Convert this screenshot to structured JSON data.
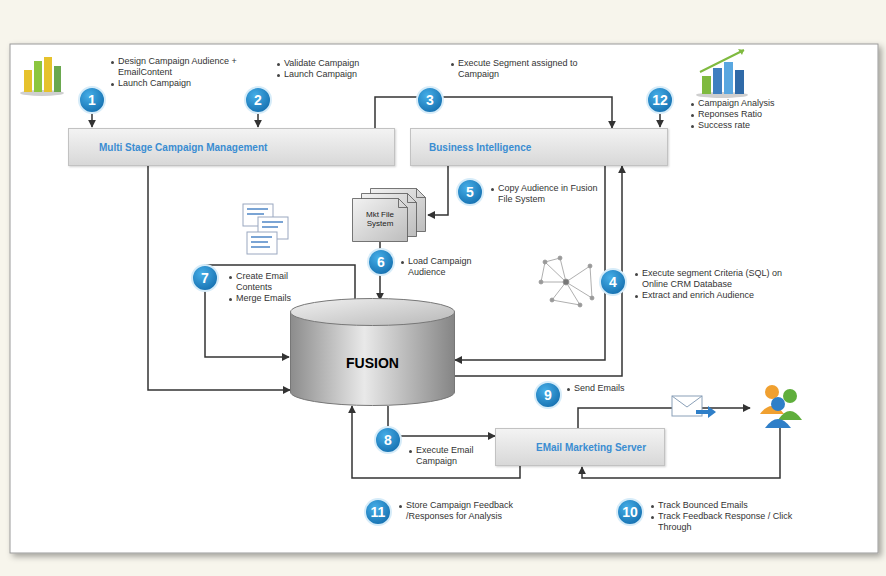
{
  "diagram": {
    "nodes": [
      {
        "text": [
          "Multi Stage Campaign Management"
        ]
      },
      {
        "text": [
          "Business Intelligence"
        ]
      },
      {
        "text": [
          "Mkt File System"
        ]
      },
      {
        "text": [
          "FUSION"
        ]
      },
      {
        "text": [
          "EMail Marketing Server"
        ]
      }
    ],
    "edges": [
      {
        "from": 0,
        "to": 1,
        "arrow": "to"
      },
      {
        "from": 0,
        "to": 3,
        "arrow": "to"
      },
      {
        "from": 1,
        "to": 2,
        "arrow": "to"
      },
      {
        "from": 2,
        "to": 3,
        "arrow": "to"
      },
      {
        "from": 1,
        "to": 3,
        "arrow": "to"
      },
      {
        "from": 3,
        "to": 1,
        "arrow": "to"
      },
      {
        "from": 3,
        "to": 4,
        "arrow": "to"
      },
      {
        "from": 4,
        "to": 3,
        "arrow": "to"
      }
    ],
    "labels": [
      "1",
      "Design Campaign Audience + EmailContent",
      "Launch Campaign",
      "2",
      "Validate Campaign",
      "Launch Campaign",
      "3",
      "Execute Segment assigned to Campaign",
      "12",
      "Campaign Analysis",
      "Reponses Ratio",
      "Success rate",
      "5",
      "Copy Audience in Fusion File System",
      "6",
      "Load Campaign Audience",
      "7",
      "Create Email Contents",
      "Merge Emails",
      "4",
      "Execute segment Criteria (SQL) on Online CRM Database",
      "Extract and enrich Audience",
      "9",
      "Send Emails",
      "8",
      "Execute Email Campaign",
      "11",
      "Store Campaign Feedback /Responses for Analysis",
      "10",
      "Track Bounced Emails",
      "Track Feedback Response / Click Through"
    ]
  }
}
